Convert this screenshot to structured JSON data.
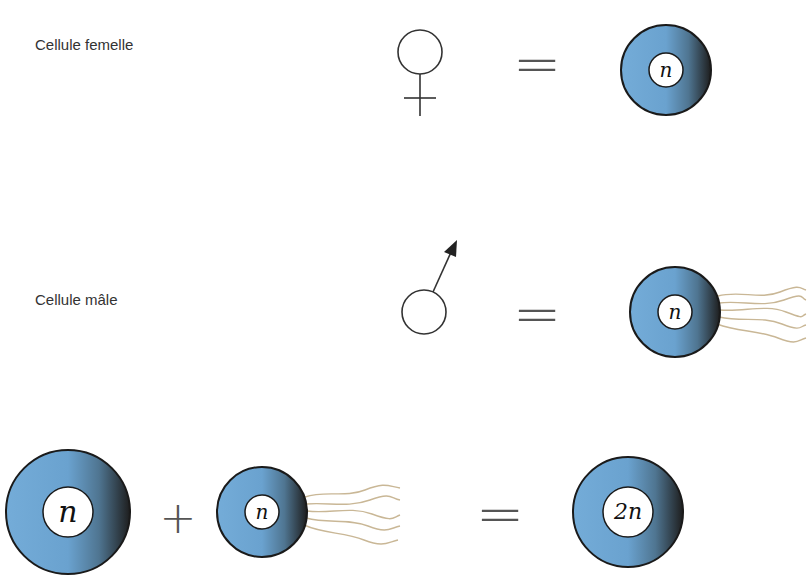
{
  "diagram": {
    "nodes": [
      {
        "text": [
          "n"
        ]
      },
      {
        "text": [
          "n"
        ]
      },
      {
        "text": [
          "n"
        ]
      },
      {
        "text": [
          "n"
        ]
      },
      {
        "text": [
          "2n"
        ]
      }
    ],
    "labels": [
      "Cellule femelle",
      "=",
      "Cellule mâle",
      "=",
      "+",
      "="
    ]
  }
}
